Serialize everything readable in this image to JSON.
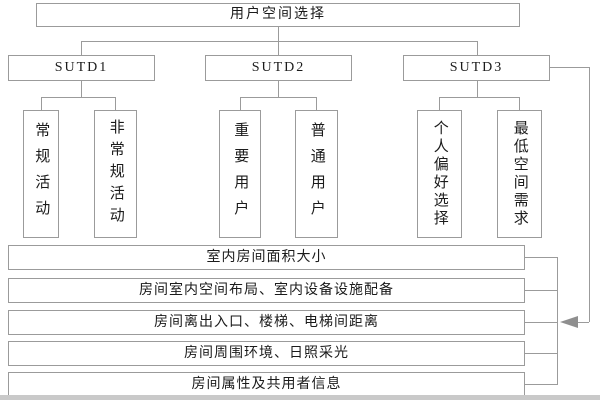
{
  "diagram": {
    "root_label": "用户空间选择",
    "groups": [
      {
        "label": "SUTD1",
        "children": [
          "常规活动",
          "非常规活动"
        ]
      },
      {
        "label": "SUTD2",
        "children": [
          "重要用户",
          "普通用户"
        ]
      },
      {
        "label": "SUTD3",
        "children": [
          "个人偏好选择",
          "最低空间需求"
        ]
      }
    ],
    "criteria": [
      "室内房间面积大小",
      "房间室内空间布局、室内设备设施配备",
      "房间离出入口、楼梯、电梯间距离",
      "房间周围环境、日照采光",
      "房间属性及共用者信息"
    ]
  },
  "colors": {
    "line": "#9b9b9b",
    "arrow": "#8f8f8f",
    "text": "#1b1b1b",
    "footer_strip": "#c9c9c9"
  }
}
